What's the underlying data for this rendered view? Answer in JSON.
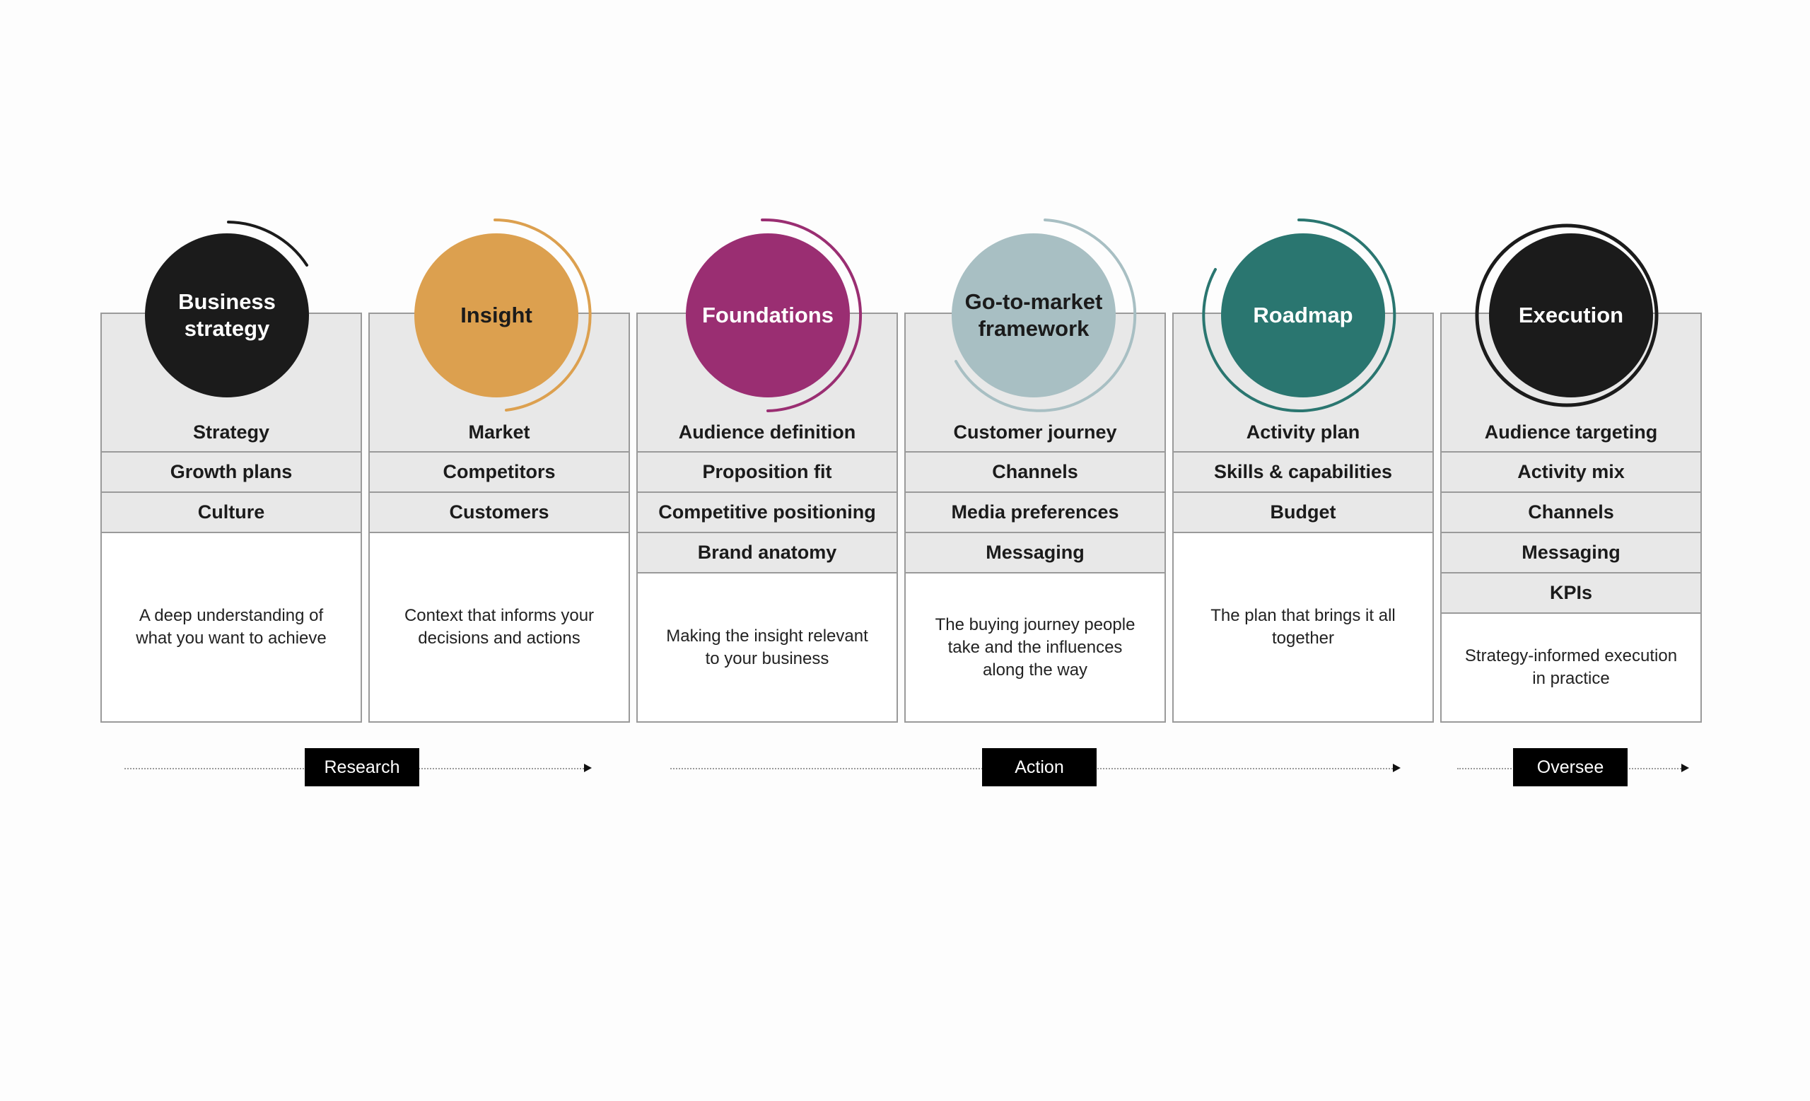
{
  "columns": [
    {
      "title": "Business strategy",
      "header": "Strategy",
      "rows": [
        "Growth plans",
        "Culture"
      ],
      "description": "A deep understanding of what you want to achieve",
      "color": "#1b1b1b",
      "text_color": "#ffffff"
    },
    {
      "title": "Insight",
      "header": "Market",
      "rows": [
        "Competitors",
        "Customers"
      ],
      "description": "Context that informs your decisions and actions",
      "color": "#dca04f",
      "text_color": "#1b1b1b"
    },
    {
      "title": "Foundations",
      "header": "Audience definition",
      "rows": [
        "Proposition fit",
        "Competitive positioning",
        "Brand anatomy"
      ],
      "description": "Making the insight relevant to your business",
      "color": "#9a2e72",
      "text_color": "#ffffff"
    },
    {
      "title": "Go-to-market framework",
      "header": "Customer journey",
      "rows": [
        "Channels",
        "Media preferences",
        "Messaging"
      ],
      "description": "The buying journey people take and the influences along the way",
      "color": "#a8bfc3",
      "text_color": "#1b1b1b"
    },
    {
      "title": "Roadmap",
      "header": "Activity plan",
      "rows": [
        "Skills & capabilities",
        "Budget"
      ],
      "description": "The plan that brings it all together",
      "color": "#2a7670",
      "text_color": "#ffffff"
    },
    {
      "title": "Execution",
      "header": "Audience targeting",
      "rows": [
        "Activity mix",
        "Channels",
        "Messaging",
        "KPIs"
      ],
      "description": "Strategy-informed execution in practice",
      "color": "#1b1b1b",
      "text_color": "#ffffff"
    }
  ],
  "phases": [
    "Research",
    "Action",
    "Oversee"
  ]
}
